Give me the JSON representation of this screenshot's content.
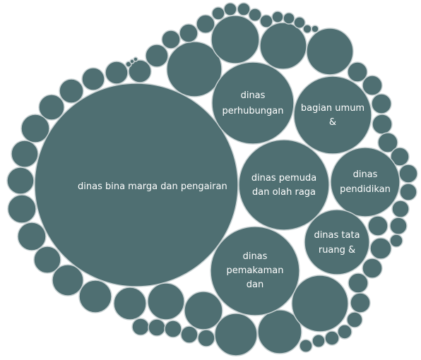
{
  "chart_data": {
    "type": "bubble",
    "title": "",
    "colors": {
      "bubble_fill": "#4f6f72",
      "bubble_stroke": "#c9d2d3",
      "label": "#ffffff"
    },
    "labeled_bubbles": [
      {
        "label": "dinas bina marga dan pengairan"
      },
      {
        "label": "dinas perhubungan"
      },
      {
        "label": "bagian umum &"
      },
      {
        "label": "dinas pemuda dan olah raga"
      },
      {
        "label": "dinas pendidikan"
      },
      {
        "label": "dinas tata ruang &"
      },
      {
        "label": "dinas pemakaman dan"
      }
    ],
    "unlabeled_bubble_count": 62
  }
}
